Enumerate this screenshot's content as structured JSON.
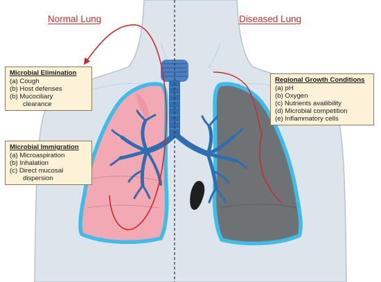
{
  "titles": {
    "normal": "Normal Lung",
    "diseased": "Diseased Lung"
  },
  "elimination": {
    "heading": "Microbial Elimination",
    "items": [
      "(a) Cough",
      "(b) Host defenses",
      "(b) Mucociliary"
    ],
    "continuation": "clearance"
  },
  "immigration": {
    "heading": "Microbial Immigration",
    "items": [
      "(a) Microaspiration",
      "(b) Inhalation",
      "(c) Direct mucosal"
    ],
    "continuation": "dispersion"
  },
  "growth": {
    "heading": "Regional Growth Conditions",
    "items": [
      "(a) pH",
      "(b) Oxygen",
      "(c) Nutrients availibility",
      "(d) Microbial competition",
      "(e) Inflammatory cells"
    ]
  },
  "colors": {
    "body": "#dde5ec",
    "body_outline": "#b5c3cf",
    "airway": "#2f6db0",
    "lung_outline": "#3dbde8",
    "healthy_lung": "#f2a9b3",
    "diseased_lung": "#6f7275",
    "arrow": "#cc2a2a",
    "box_fill": "#fdf1d8"
  }
}
